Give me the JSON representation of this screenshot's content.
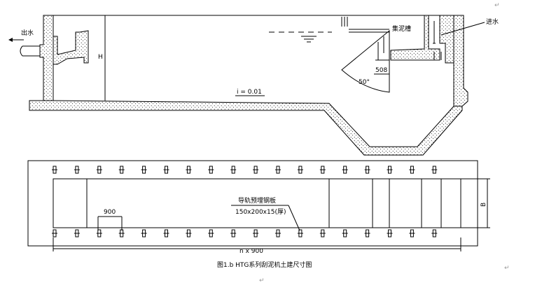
{
  "section_view": {
    "outlet_label": "出水",
    "inlet_label": "进水",
    "trough_label": "集泥槽",
    "height_label": "H",
    "slope_label": "i = 0.01",
    "dim_508": "508",
    "angle_label": "50°",
    "paragraph_mark": "↵"
  },
  "plan_view": {
    "plate_label_line1": "导轨预埋钢板",
    "plate_label_line2": "150x200x15(厚)",
    "spacing_label": "900",
    "total_label": "n x 900",
    "width_label": "B"
  },
  "caption": "图1.b HTG系列刮泥机土建尺寸图"
}
